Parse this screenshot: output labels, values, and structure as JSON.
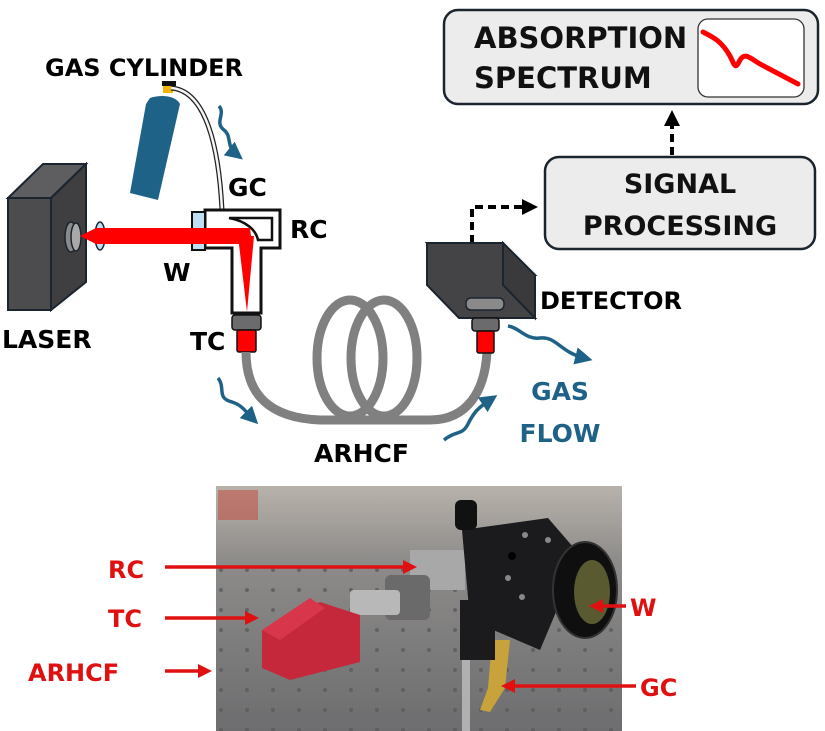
{
  "figure": {
    "type": "experimental setup schematic with photograph",
    "colors": {
      "gas_blue": "#1f6287",
      "laser_red": "#ff0000",
      "device_gray": "#4a4a4c",
      "fiber_gray": "#808080",
      "box_fill": "#ececec",
      "outline": "#1a2530",
      "window_blue": "#bfe0f4",
      "photo_label_red": "#e01010"
    }
  },
  "schematic": {
    "labels": {
      "gas_cylinder": "GAS CYLINDER",
      "laser": "LASER",
      "gc": "GC",
      "rc": "RC",
      "w": "W",
      "tc": "TC",
      "arhcf": "ARHCF",
      "detector": "DETECTOR",
      "gas_flow_line1": "GAS",
      "gas_flow_line2": "FLOW"
    },
    "boxes": {
      "absorption_line1": "ABSORPTION",
      "absorption_line2": "SPECTRUM",
      "signal_line1": "SIGNAL",
      "signal_line2": "PROCESSING"
    },
    "icons": [
      "gas-cylinder-icon",
      "laser-source-icon",
      "detector-icon",
      "fiber-coil-icon",
      "spectrum-trace-icon",
      "gas-flow-arrow-icon"
    ]
  },
  "photo": {
    "labels": {
      "rc": "RC",
      "tc": "TC",
      "arhcf": "ARHCF",
      "w": "W",
      "gc": "GC"
    }
  }
}
